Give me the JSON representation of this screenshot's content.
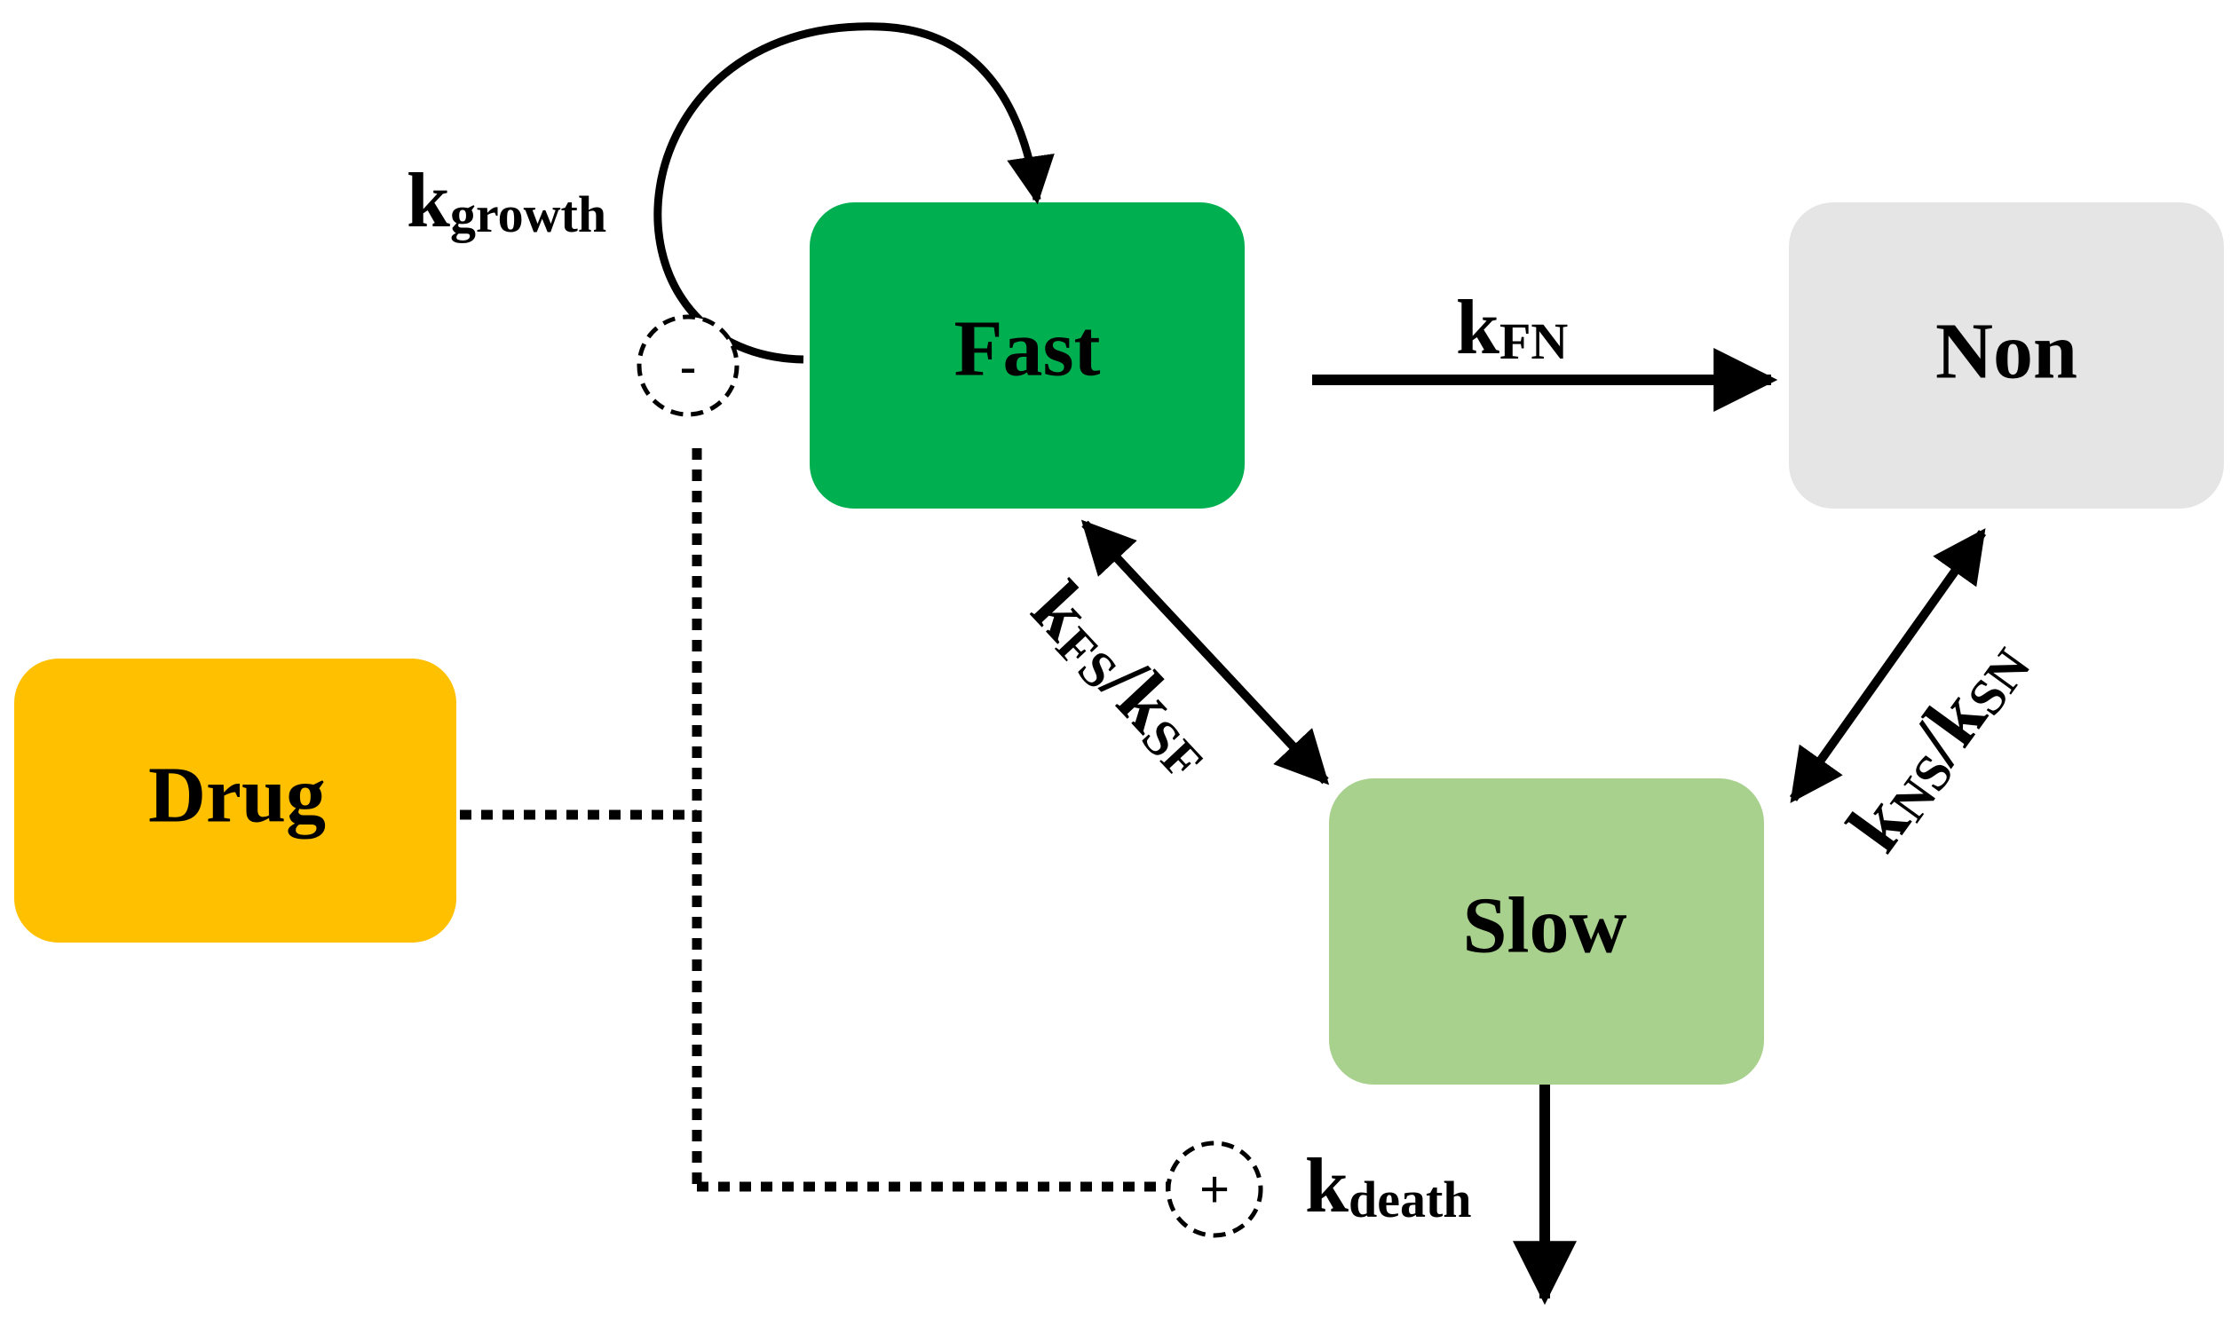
{
  "nodes": {
    "fast": {
      "label": "Fast",
      "color": "#00b050"
    },
    "non": {
      "label": "Non",
      "color": "#e5e5e5"
    },
    "slow": {
      "label": "Slow",
      "color": "#a9d18e"
    },
    "drug": {
      "label": "Drug",
      "color": "#ffc000"
    }
  },
  "rates": {
    "growth": {
      "main": "k",
      "sub": "growth"
    },
    "fn": {
      "main": "k",
      "sub": "FN"
    },
    "fs_sf": {
      "main1": "k",
      "sub1": "FS",
      "sep": "/",
      "main2": "k",
      "sub2": "SF"
    },
    "ns_sn": {
      "main1": "k",
      "sub1": "NS",
      "sep": "/",
      "main2": "k",
      "sub2": "SN"
    },
    "death": {
      "main": "k",
      "sub": "death"
    }
  },
  "effects": {
    "inhibit": {
      "sign": "-"
    },
    "stimulate": {
      "sign": "+"
    }
  }
}
